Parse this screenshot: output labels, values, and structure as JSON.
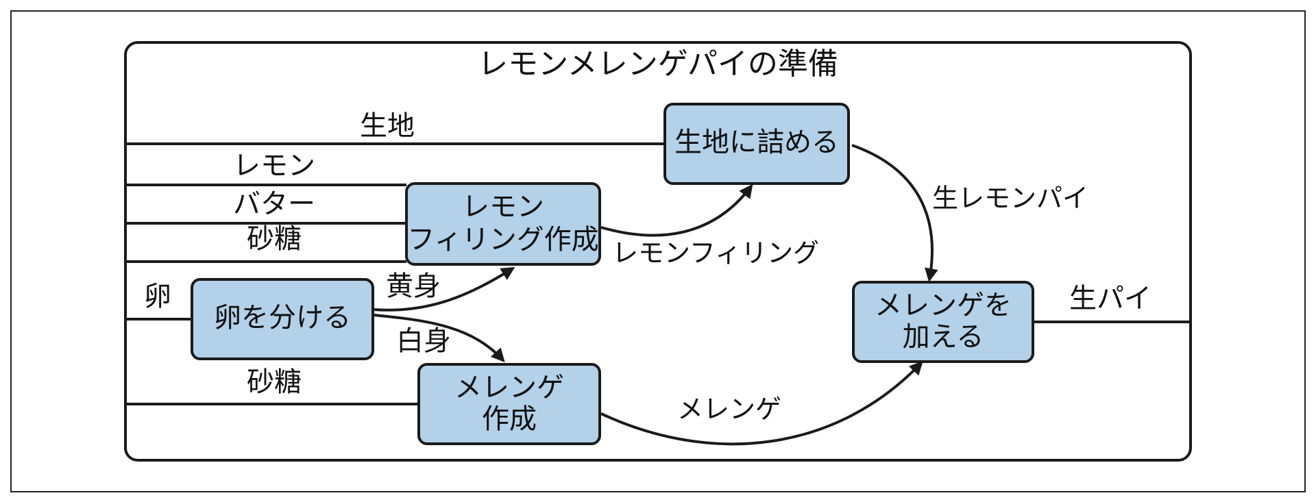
{
  "title": "レモンメレンゲパイの準備",
  "inputs": {
    "dough": "生地",
    "lemon": "レモン",
    "butter": "バター",
    "sugar_top": "砂糖",
    "egg": "卵",
    "sugar_bottom": "砂糖"
  },
  "processes": {
    "fill_dough": {
      "lines": [
        "生地に詰める"
      ]
    },
    "lemon_filling": {
      "lines": [
        "レモン",
        "フィリング作成"
      ]
    },
    "separate_eggs": {
      "lines": [
        "卵を分ける"
      ]
    },
    "meringue": {
      "lines": [
        "メレンゲ",
        "作成"
      ]
    },
    "add_meringue": {
      "lines": [
        "メレンゲを",
        "加える"
      ]
    }
  },
  "flows": {
    "yolk": "黄身",
    "white": "白身",
    "lemon_filling": "レモンフィリング",
    "raw_lemon_pie": "生レモンパイ",
    "meringue": "メレンゲ",
    "raw_pie": "生パイ"
  }
}
